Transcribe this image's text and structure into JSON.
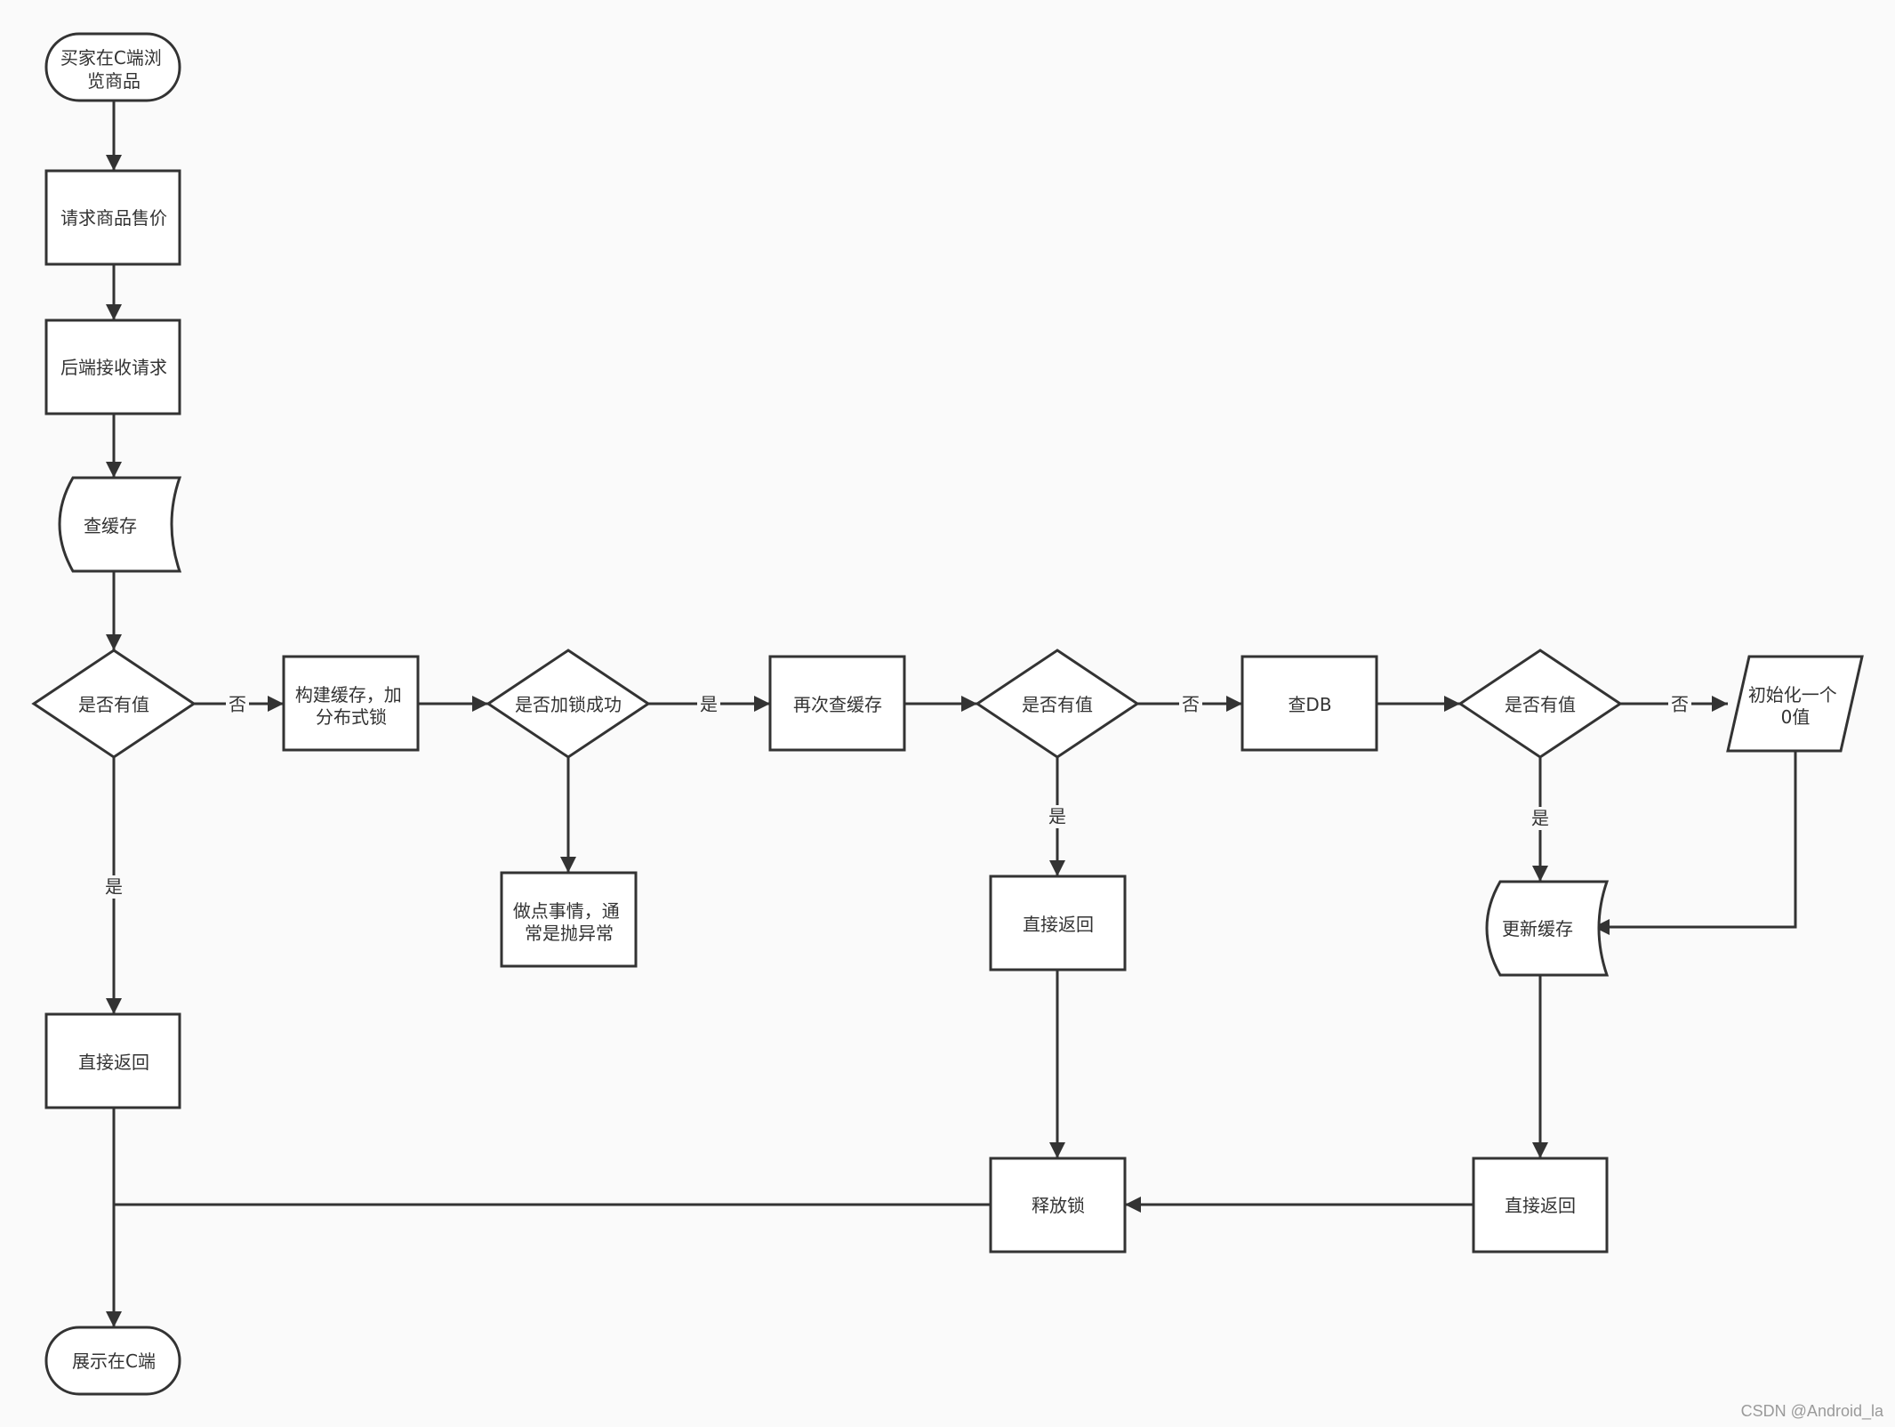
{
  "nodes": {
    "start": [
      "买家在C端浏",
      "览商品"
    ],
    "request_price": [
      "请求商品售价"
    ],
    "backend_receive": [
      "后端接收请求"
    ],
    "query_cache": [
      "查缓存"
    ],
    "has_value_1": [
      "是否有值"
    ],
    "build_cache_lock": [
      "构建缓存，加",
      "分布式锁"
    ],
    "lock_success": [
      "是否加锁成功"
    ],
    "do_something": [
      "做点事情，通",
      "常是抛异常"
    ],
    "query_cache_again": [
      "再次查缓存"
    ],
    "has_value_2": [
      "是否有值"
    ],
    "query_db": [
      "查DB"
    ],
    "has_value_3": [
      "是否有值"
    ],
    "init_zero": [
      "初始化一个",
      "0值"
    ],
    "return_1": [
      "直接返回"
    ],
    "return_2": [
      "直接返回"
    ],
    "update_cache": [
      "更新缓存"
    ],
    "release_lock": [
      "释放锁"
    ],
    "return_3": [
      "直接返回"
    ],
    "end": [
      "展示在C端"
    ]
  },
  "edge_labels": {
    "yes": "是",
    "no": "否"
  },
  "watermark": "CSDN @Android_la"
}
